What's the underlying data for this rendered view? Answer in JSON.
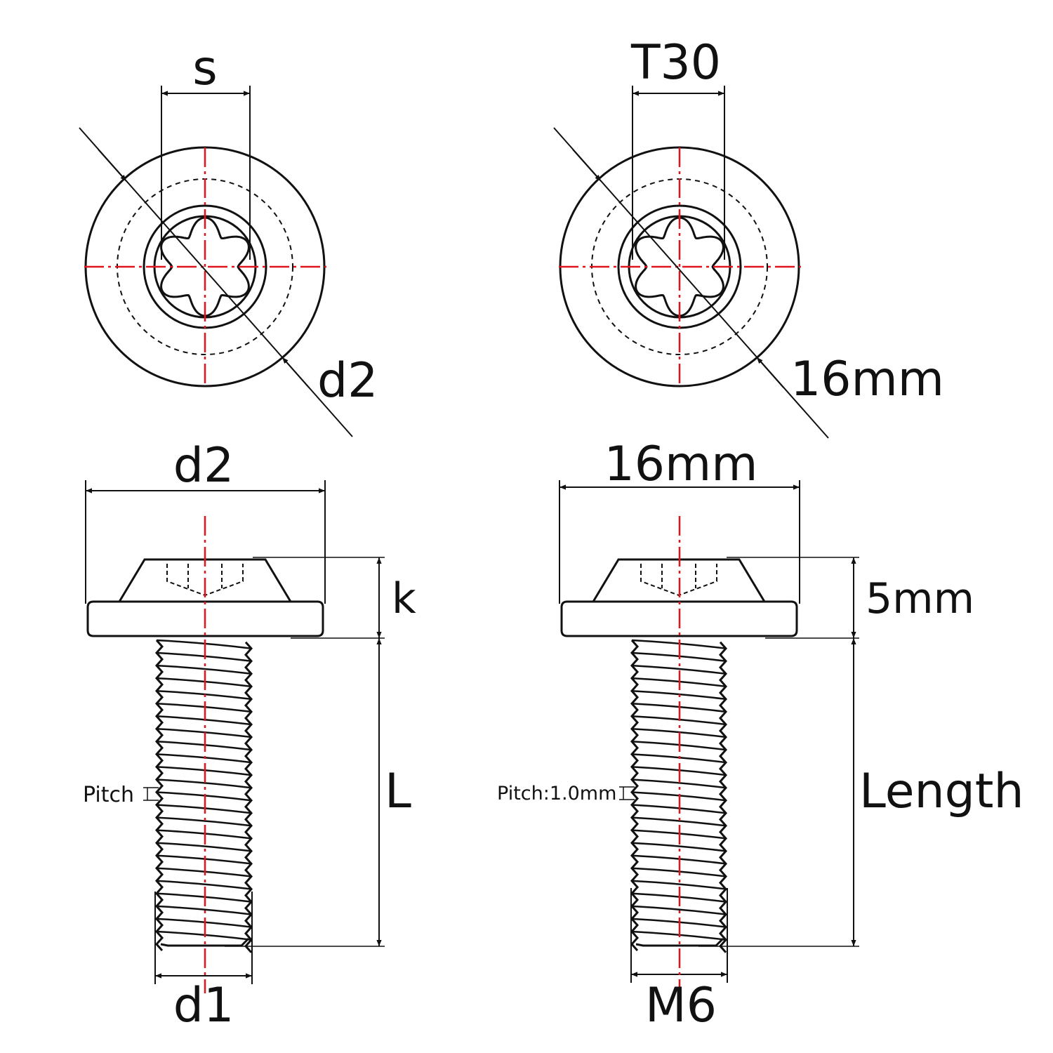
{
  "colors": {
    "line": "#111111",
    "centerline": "#e0141e",
    "background": "#ffffff"
  },
  "left": {
    "top_view": {
      "drive_width": "s",
      "head_diameter": "d2"
    },
    "side_view": {
      "head_diameter": "d2",
      "head_height": "k",
      "length": "L",
      "pitch": "Pitch",
      "thread_diameter": "d1"
    }
  },
  "right": {
    "top_view": {
      "drive_width": "T30",
      "head_diameter": "16mm"
    },
    "side_view": {
      "head_diameter": "16mm",
      "head_height": "5mm",
      "length": "Length",
      "pitch": "Pitch:1.0mm",
      "thread_diameter": "M6"
    }
  }
}
